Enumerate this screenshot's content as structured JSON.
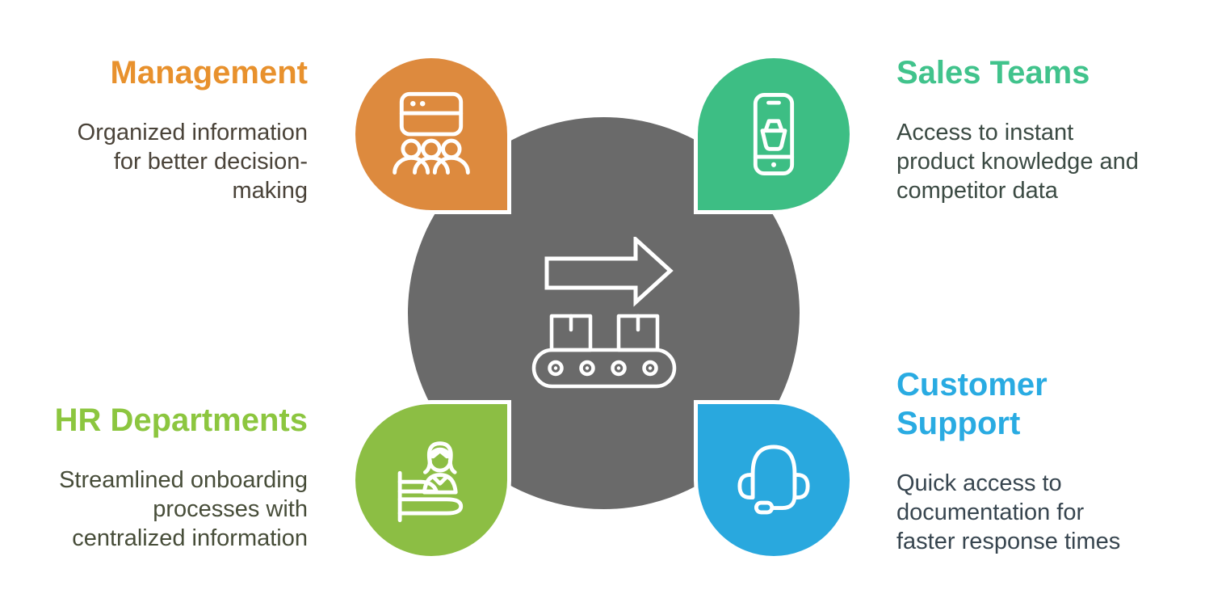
{
  "canvas": {
    "background": "#FFFFFF"
  },
  "center": {
    "circle_color": "#6A6A6A",
    "icons": [
      "right-arrow-icon",
      "conveyor-belt-icon"
    ],
    "icon_color": "#FFFFFF"
  },
  "sections": [
    {
      "id": "management",
      "title": "Management",
      "title_color": "#E8912D",
      "circle_color": "#DD8A3E",
      "text_color": "#4A4339",
      "icon": "dashboard-audience-icon",
      "description": "Organized information\nfor better decision-\nmaking"
    },
    {
      "id": "sales-teams",
      "title": "Sales Teams",
      "title_color": "#41C38C",
      "circle_color": "#3DBE84",
      "text_color": "#3B4A43",
      "icon": "mobile-shopping-icon",
      "description": "Access to instant\nproduct knowledge and\ncompetitor data"
    },
    {
      "id": "hr-departments",
      "title": "HR Departments",
      "title_color": "#8CC63F",
      "circle_color": "#8CBE44",
      "text_color": "#474D39",
      "icon": "receptionist-desk-icon",
      "description": "Streamlined onboarding\nprocesses with\ncentralized information"
    },
    {
      "id": "customer-support",
      "title": "Customer\nSupport",
      "title_color": "#29ABE2",
      "circle_color": "#29A8DE",
      "text_color": "#37454F",
      "icon": "headset-icon",
      "description": "Quick access to\ndocumentation for\nfaster response times"
    }
  ]
}
